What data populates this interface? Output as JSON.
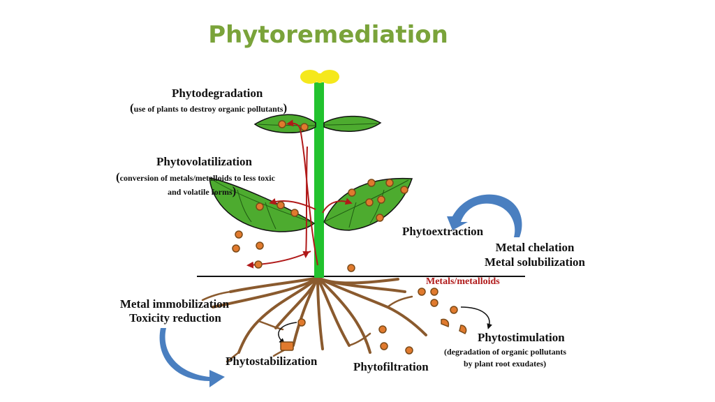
{
  "title": "Phytoremediation",
  "labels": {
    "phytodegradation": {
      "name": "Phytodegradation",
      "desc": "use of plants to destroy organic pollutants"
    },
    "phytovolatilization": {
      "name": "Phytovolatilization",
      "desc_line1": "conversion of metals/metalloids to less  toxic",
      "desc_line2": "and volatile forms"
    },
    "phytoextraction": "Phytoextraction",
    "metal_chelation": "Metal chelation",
    "metal_solubilization": "Metal solubilization",
    "metals_metalloids": "Metals/metalloids",
    "metal_immobilization": "Metal immobilization",
    "toxicity_reduction": "Toxicity reduction",
    "phytostabilization": "Phytostabilization",
    "phytofiltration": "Phytofiltration",
    "phytostimulation": {
      "name": "Phytostimulation",
      "desc_line1": "(degradation of organic pollutants",
      "desc_line2": "by plant root exudates)"
    }
  },
  "colors": {
    "title": "#7aa33a",
    "stem": "#22c22e",
    "leaf": "#4dab2f",
    "flower": "#f5e81c",
    "root": "#8a5a2e",
    "particle": "#e07a2e",
    "arrow_red": "#b01919",
    "arrow_blue": "#4a7fc0",
    "metals_text": "#b01919"
  },
  "icons": [
    "flower-icon",
    "leaf-icon",
    "root-icon",
    "particle-icon",
    "curved-arrow-icon"
  ]
}
